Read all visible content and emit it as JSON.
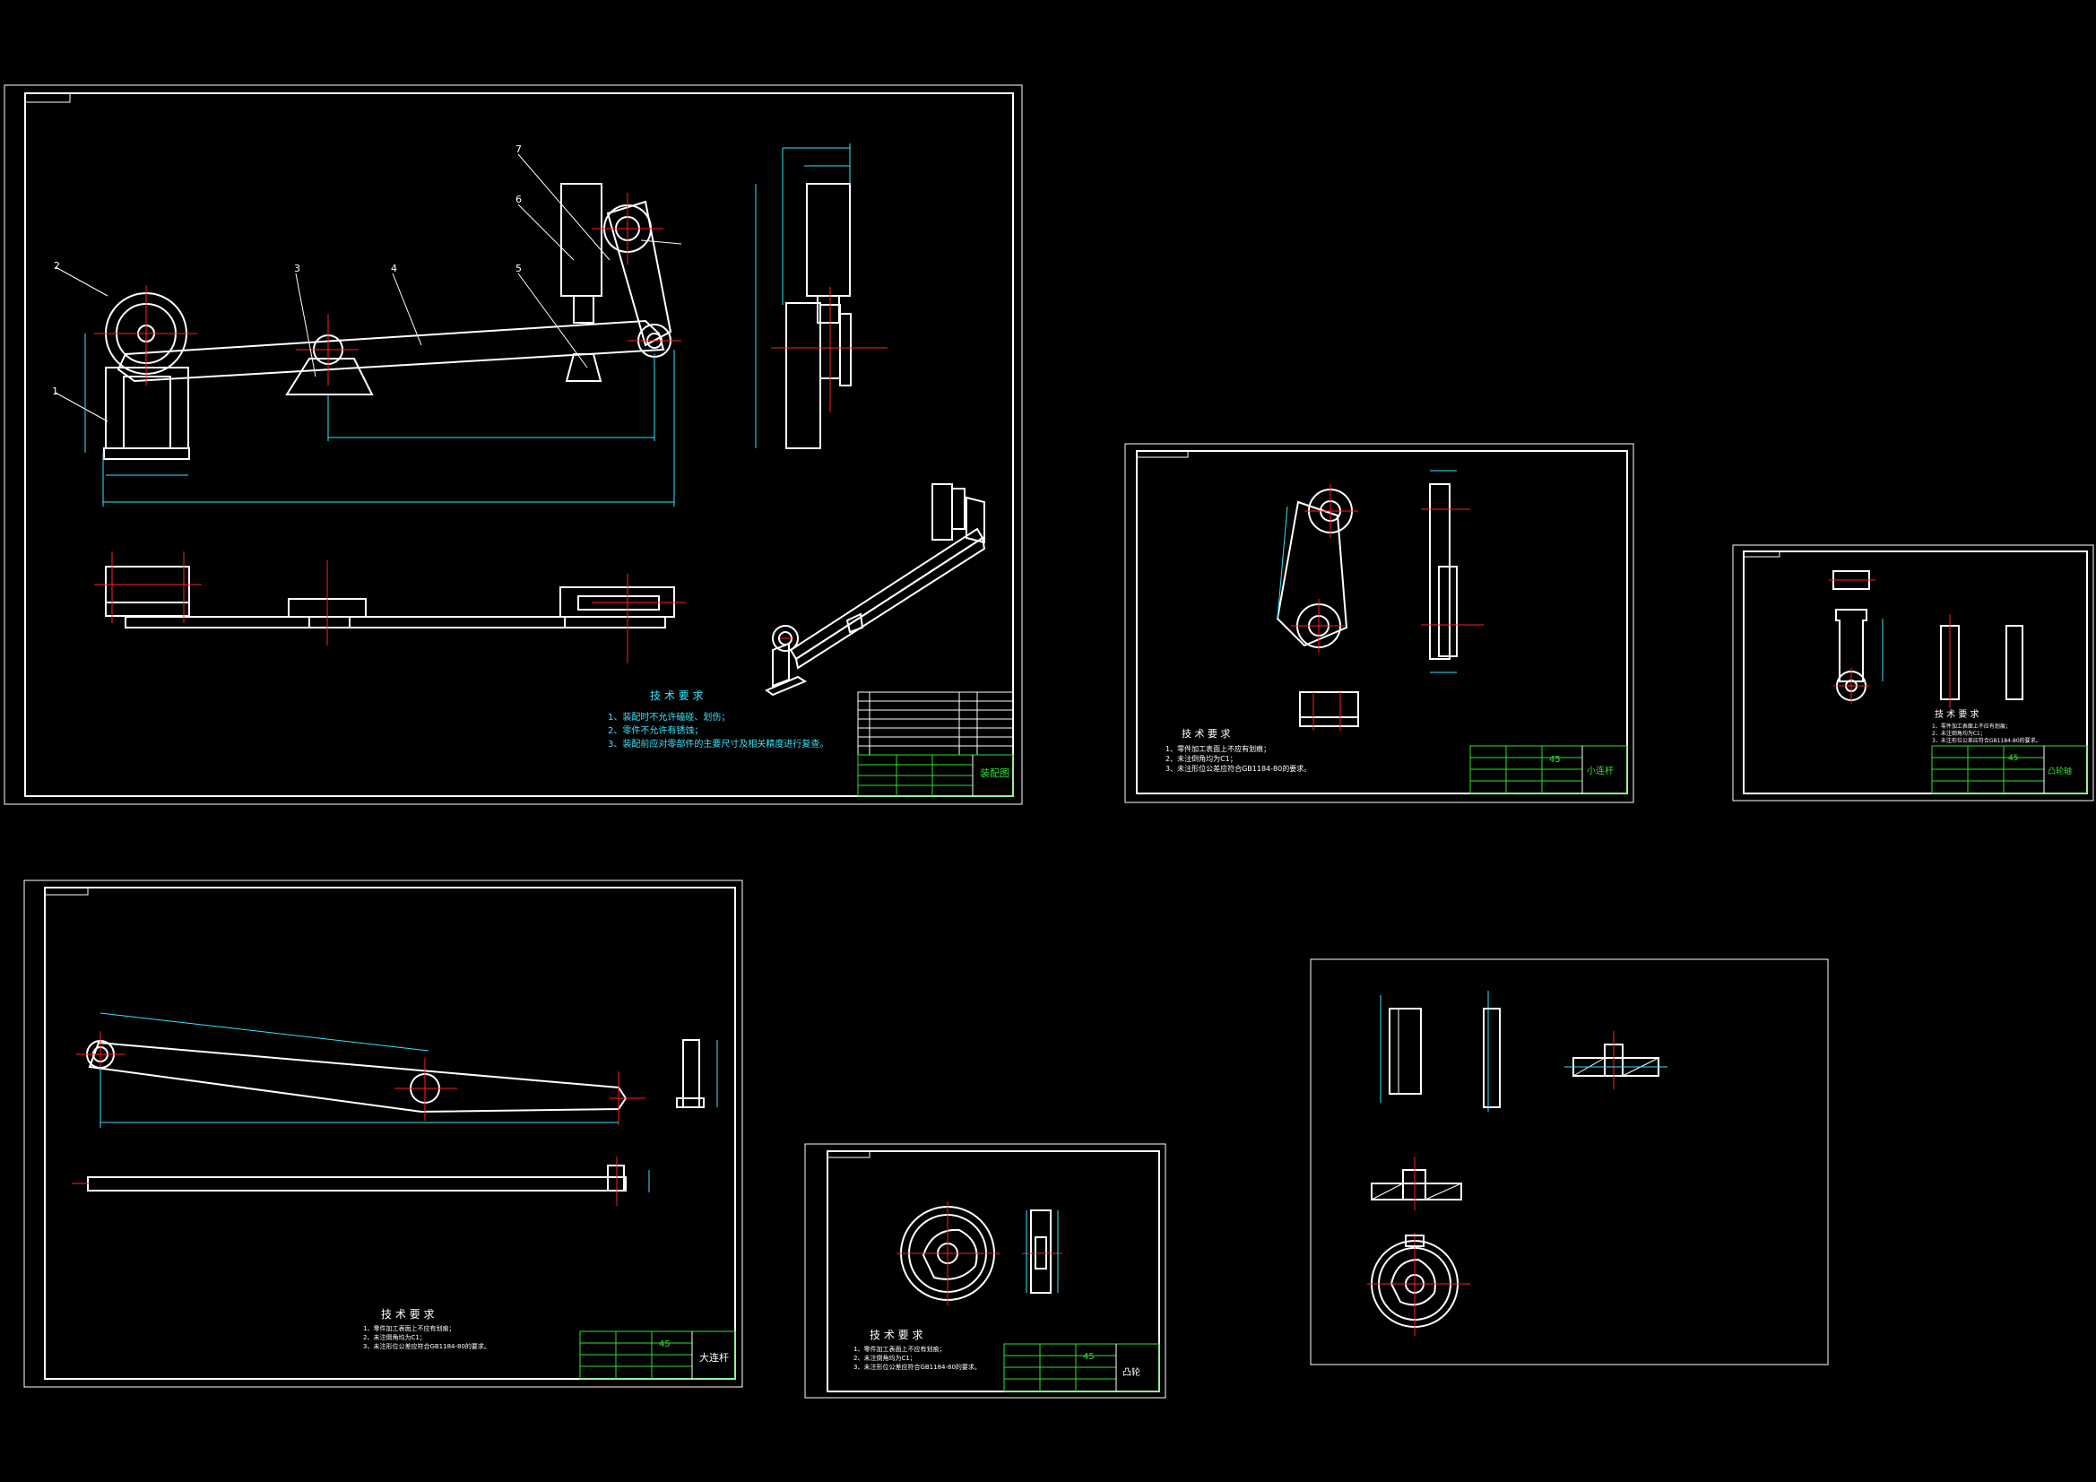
{
  "sheets": {
    "assembly": {
      "tech_title": "技 术 要 求",
      "notes": [
        "1、装配时不允许磕碰、划伤；",
        "2、零件不允许有锈蚀；",
        "3、装配前应对零部件的主要尺寸及相关精度进行复查。"
      ],
      "title_name": "装配图",
      "balloons": [
        "1",
        "2",
        "3",
        "4",
        "5",
        "6",
        "7"
      ]
    },
    "small_rod": {
      "tech_title": "技 术 要 求",
      "notes": [
        "1、零件加工表面上不应有划痕；",
        "2、未注倒角均为C1；",
        "3、未注形位公差应符合GB1184-80的要求。"
      ],
      "material": "45",
      "title_name": "小连杆"
    },
    "follower": {
      "tech_title": "技 术 要 求",
      "notes": [
        "1、零件加工表面上不应有划痕；",
        "2、未注倒角均为C1；",
        "3、未注形位公差应符合GB1184-80的要求。"
      ],
      "material": "45",
      "title_name": "凸轮轴"
    },
    "big_rod": {
      "tech_title": "技 术 要 求",
      "notes": [
        "1、零件加工表面上不应有划痕；",
        "2、未注倒角均为C1；",
        "3、未注形位公差应符合GB1184-80的要求。"
      ],
      "material": "45",
      "title_name": "大连杆"
    },
    "cam": {
      "tech_title": "技 术 要 求",
      "notes": [
        "1、零件加工表面上不应有划痕；",
        "2、未注倒角均为C1；",
        "3、未注形位公差应符合GB1184-80的要求。"
      ],
      "material": "45",
      "title_name": "凸轮"
    }
  },
  "colors": {
    "background": "#000000",
    "outline": "#ffffff",
    "center_line": "#ff2020",
    "dimension": "#33e6ff",
    "title_block": "#2ee02e"
  }
}
